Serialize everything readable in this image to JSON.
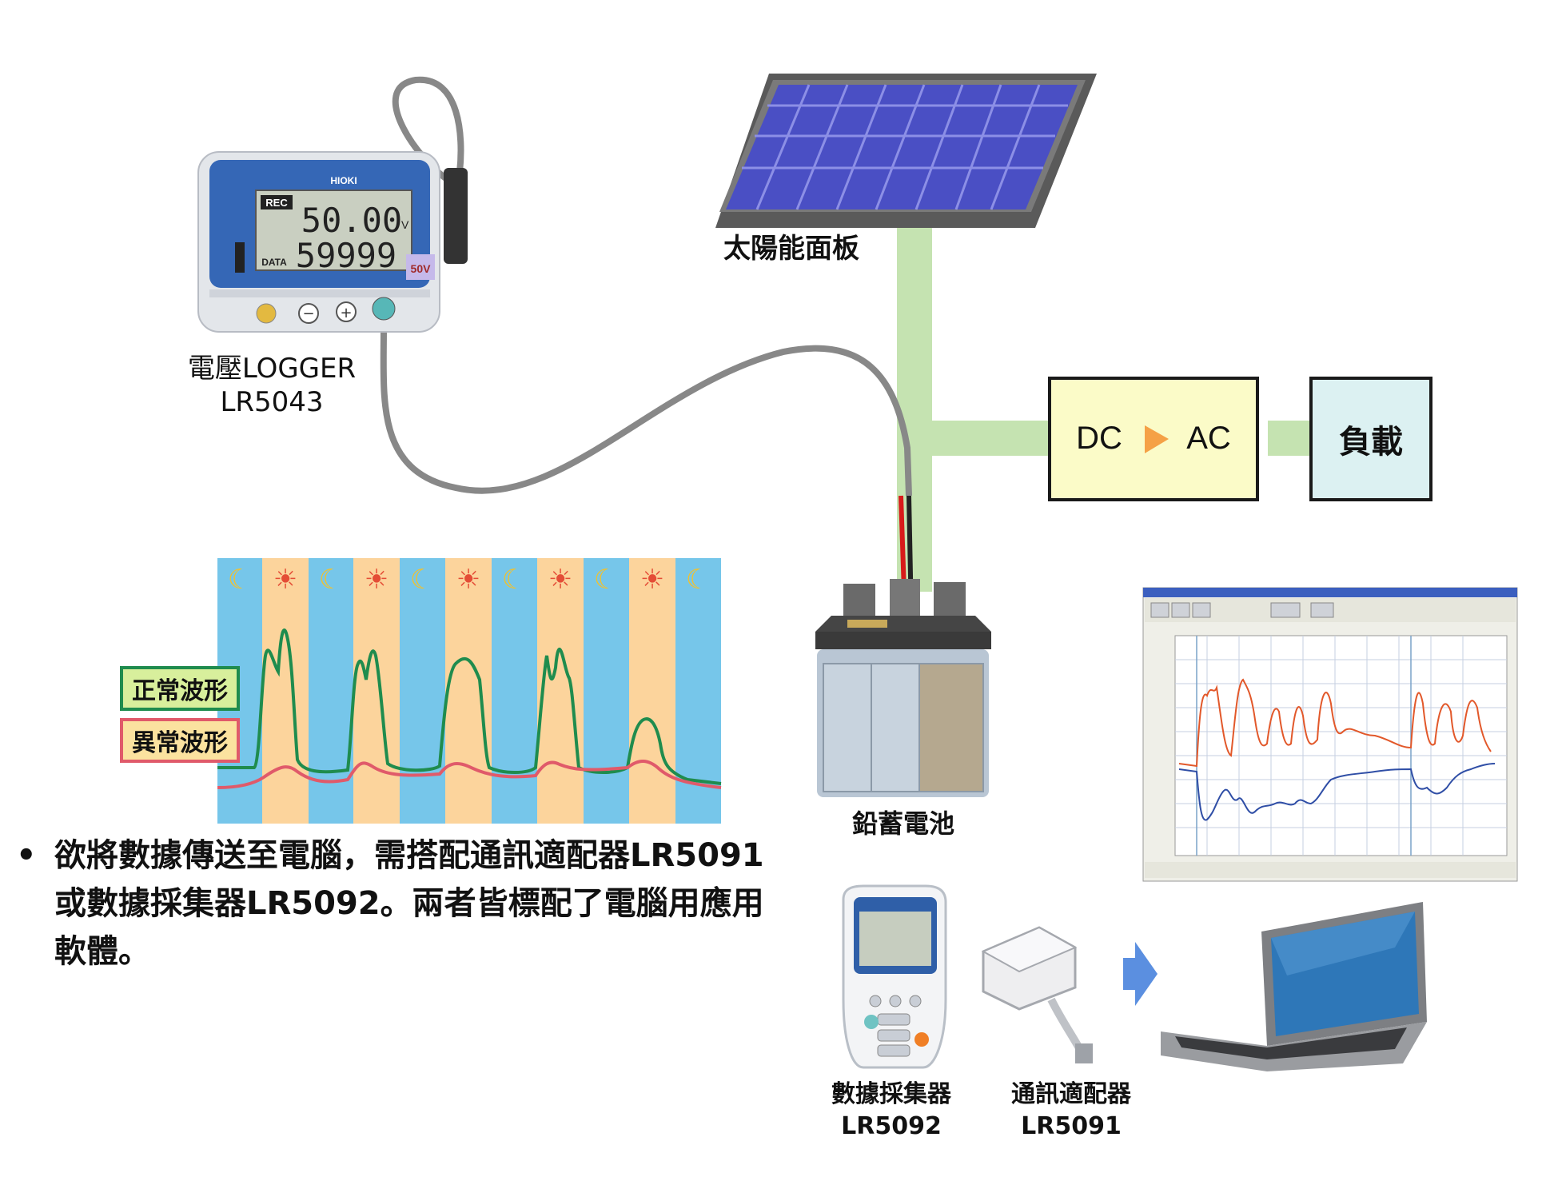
{
  "labels": {
    "logger_name": "電壓LOGGER",
    "logger_model": "LR5043",
    "solar_panel": "太陽能面板",
    "battery": "鉛蓄電池",
    "collector_name": "數據採集器",
    "collector_model": "LR5092",
    "adapter_name": "通訊適配器",
    "adapter_model": "LR5091"
  },
  "inverter": {
    "dc": "DC",
    "ac": "AC"
  },
  "load": "負載",
  "waveform_legend": {
    "normal": "正常波形",
    "abnormal": "異常波形"
  },
  "logger_display": {
    "rec": "REC",
    "top_value": "50.00",
    "unit": "V",
    "bottom_value": "59999",
    "data_label": "DATA",
    "range": "50V",
    "brand": "HIOKI"
  },
  "bullet": "欲將數據傳送至電腦，需搭配通訊適配器LR5091或數據採集器LR5092。兩者皆標配了電腦用應用軟體。",
  "colors": {
    "green_line": "#c5e3b1",
    "night_band": "#76c6ea",
    "day_band": "#fcd49c",
    "normal_wave": "#1f8c4e",
    "abnormal_wave": "#e05a6a",
    "inverter_fill": "#fbfbc8",
    "load_fill": "#dcf1f2"
  }
}
